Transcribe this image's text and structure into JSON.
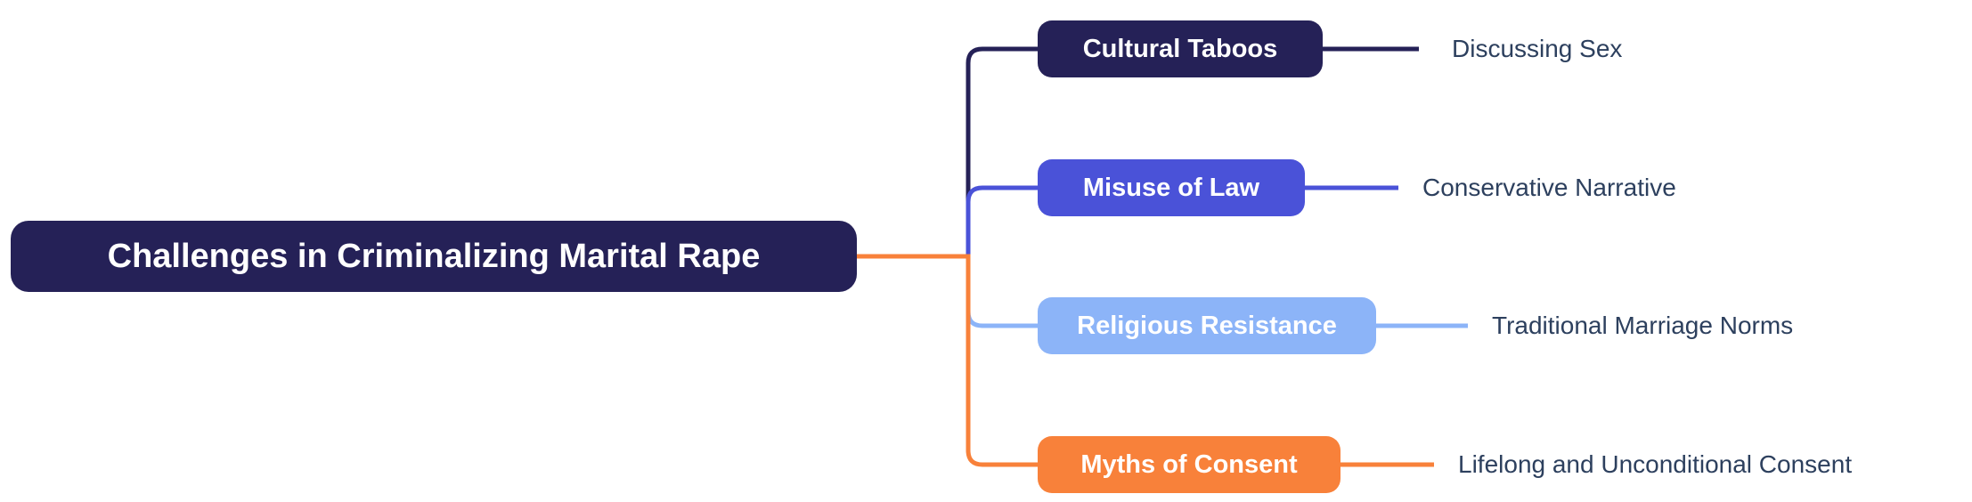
{
  "root": {
    "label": "Challenges in Criminalizing Marital Rape"
  },
  "branches": [
    {
      "label": "Cultural Taboos",
      "leaf": "Discussing Sex",
      "color": "#252157"
    },
    {
      "label": "Misuse of Law",
      "leaf": "Conservative Narrative",
      "color": "#4a52d8"
    },
    {
      "label": "Religious Resistance",
      "leaf": "Traditional Marriage Norms",
      "color": "#8cb4f8"
    },
    {
      "label": "Myths of Consent",
      "leaf": "Lifelong and Unconditional Consent",
      "color": "#f8813a"
    }
  ],
  "theme": {
    "background": "#ffffff",
    "node_text": "#ffffff",
    "leaf_text": "#2d405e",
    "root_color": "#252157"
  }
}
